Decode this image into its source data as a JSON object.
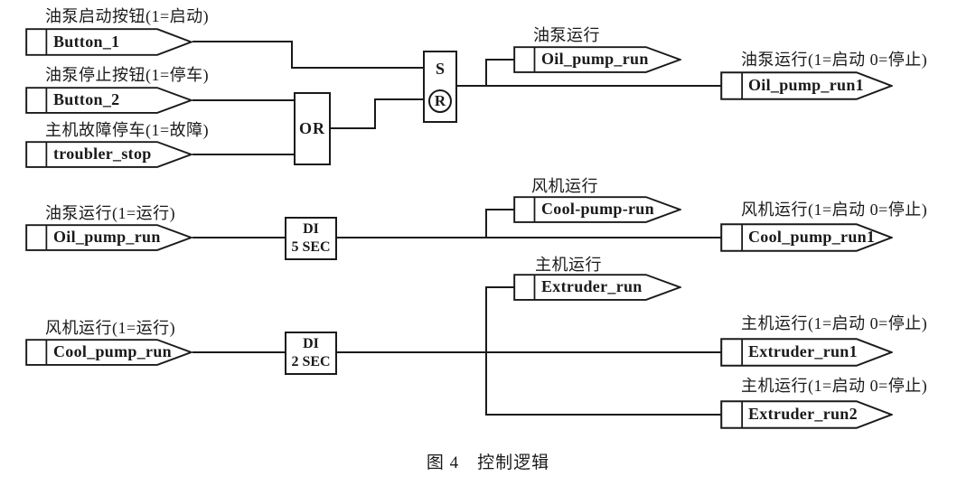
{
  "caption": "图 4　控制逻辑",
  "tags": {
    "button_1": {
      "label": "油泵启动按钮(1=启动)",
      "name": "Button_1"
    },
    "button_2": {
      "label": "油泵停止按钮(1=停车)",
      "name": "Button_2"
    },
    "troubler_stop": {
      "label": "主机故障停车(1=故障)",
      "name": "troubler_stop"
    },
    "oil_pump_run_mid": {
      "label": "油泵运行",
      "name": "Oil_pump_run"
    },
    "oil_pump_run1": {
      "label": "油泵运行(1=启动 0=停止)",
      "name": "Oil_pump_run1"
    },
    "oil_pump_run_in": {
      "label": "油泵运行(1=运行)",
      "name": "Oil_pump_run"
    },
    "cool_pump_run_mid": {
      "label": "风机运行",
      "name": "Cool-pump-run"
    },
    "cool_pump_run1": {
      "label": "风机运行(1=启动 0=停止)",
      "name": "Cool_pump_run1"
    },
    "cool_pump_run_in": {
      "label": "风机运行(1=运行)",
      "name": "Cool_pump_run"
    },
    "extruder_run_mid": {
      "label": "主机运行",
      "name": "Extruder_run"
    },
    "extruder_run1": {
      "label": "主机运行(1=启动 0=停止)",
      "name": "Extruder_run1"
    },
    "extruder_run2": {
      "label": "主机运行(1=启动 0=停止)",
      "name": "Extruder_run2"
    }
  },
  "blocks": {
    "or": {
      "text": "OR"
    },
    "sr": {
      "set": "S",
      "reset": "R"
    },
    "di5": {
      "line1": "DI",
      "line2": "5 SEC"
    },
    "di2": {
      "line1": "DI",
      "line2": "2 SEC"
    }
  },
  "colors": {
    "line": "#1a1a1a",
    "background": "#ffffff"
  }
}
